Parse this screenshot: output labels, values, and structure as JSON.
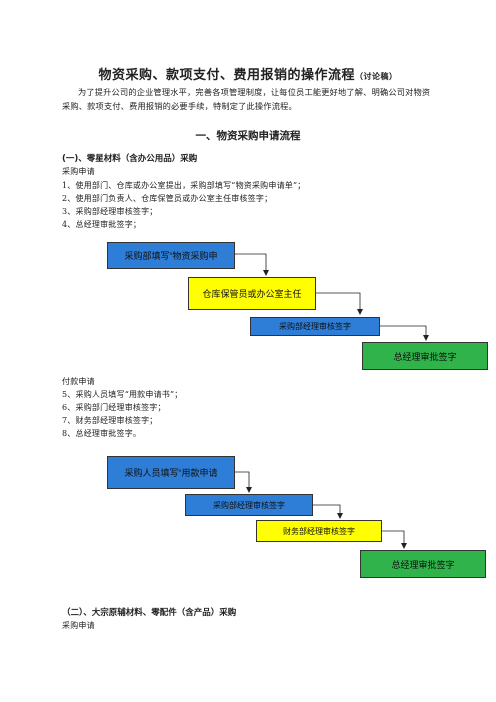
{
  "doc": {
    "title": "物资采购、款项支付、费用报销的操作流程",
    "title_note": "（讨论稿）",
    "intro": "为了提升公司的企业管理水平，完善各项管理制度，让每位员工能更好地了解、明确公司对物资采购、款项支付、费用报销的必要手续，特制定了此操作流程。",
    "section1_title": "一、物资采购申请流程",
    "sub1_title": "(一)、零星材料（含办公用品）采购",
    "purchase_request_label": "采购申请",
    "steps_1": [
      "1、使用部门、仓库或办公室提出，采购部填写“物资采购申请单”；",
      "2、使用部门负责人、仓库保管员或办公室主任审核签字；",
      "3、采购部经理审核签字；",
      "4、总经理审批签字；"
    ],
    "flow1": [
      "采购部填写“物资采购申",
      "仓库保管员或办公室主任",
      "采购部经理审核签字",
      "总经理审批签字"
    ],
    "payment_request_label": "付款申请",
    "steps_2": [
      "5、采购人员填写“用款申请书”；",
      "6、采购部门经理审核签字；",
      "7、财务部经理审核签字；",
      "8、总经理审批签字。"
    ],
    "flow2": [
      "采购人员填写“用款申请",
      "采购部经理审核签字",
      "财务部经理审核签字",
      "总经理审批签字"
    ],
    "sub2_title": "（二）、大宗原辅材料、零配件（含产品）采购",
    "purchase_request_label_2": "采购申请",
    "colors": {
      "blue": "#2e7dd6",
      "yellow": "#ffff00",
      "green": "#2fb34a"
    }
  }
}
